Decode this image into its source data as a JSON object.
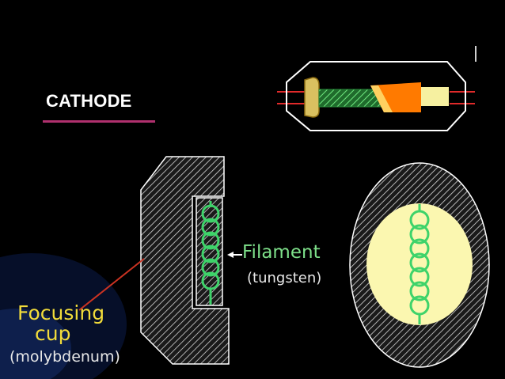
{
  "title": "CATHODE",
  "labels": {
    "filament_name": "Filament",
    "filament_material": "(tungsten)",
    "cup_name_line1": "Focusing",
    "cup_name_line2": "cup",
    "cup_material": "(molybdenum)"
  },
  "colors": {
    "background": "#000000",
    "title": "#ffffff",
    "underline": "#b0306e",
    "filament": "#3ed36a",
    "filament_label": "#7ee08a",
    "cup_label": "#f2dc3a",
    "pointer_line": "#cc3322",
    "emission_area": "#fbf7b0",
    "anode": "#ff7a00",
    "stem": "#f6f0a0"
  }
}
